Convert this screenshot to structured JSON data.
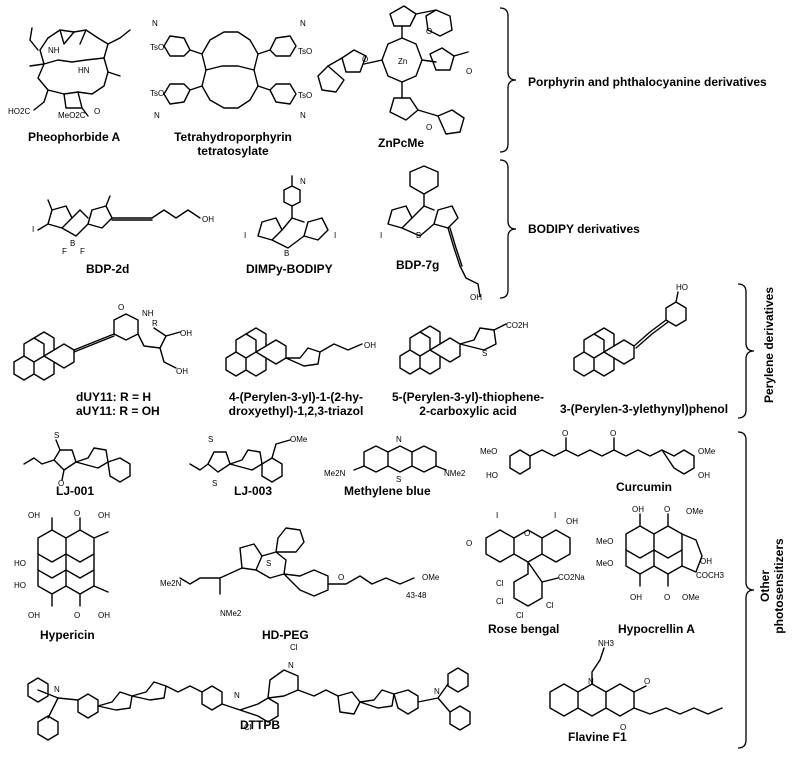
{
  "groups": {
    "porphyrin": "Porphyrin and phthalocyanine derivatives",
    "bodipy": "BODIPY derivatives",
    "perylene": "Perylene derivatives",
    "other_1": "Other",
    "other_2": "photosensitizers"
  },
  "compounds": {
    "pheophorbide": "Pheophorbide A",
    "thp_1": "Tetrahydroporphyrin",
    "thp_2": "tetratosylate",
    "znpcme": "ZnPcMe",
    "bdp2d": "BDP-2d",
    "dimpy": "DIMPy-BODIPY",
    "bdp7g": "BDP-7g",
    "duy11": "dUY11: R = H",
    "auy11": "aUY11: R = OH",
    "triazol_1": "4-(Perylen-3-yl)-1-(2-hy-",
    "triazol_2": "droxyethyl)-1,2,3-triazol",
    "thiophene_1": "5-(Perylen-3-yl)-thiophene-",
    "thiophene_2": "2-carboxylic acid",
    "phenol": "3-(Perylen-3-ylethynyl)phenol",
    "lj001": "LJ-001",
    "lj003": "LJ-003",
    "mblue": "Methylene blue",
    "curcumin": "Curcumin",
    "hypericin": "Hypericin",
    "hdpeg": "HD-PEG",
    "rose": "Rose bengal",
    "hypocrellin": "Hypocrellin A",
    "dttpb": "DTTPB",
    "flavine": "Flavine F1"
  },
  "atoms": {
    "ho2c": "HO2C",
    "meo2c": "MeO2C",
    "o": "O",
    "nh": "NH",
    "hn": "HN",
    "n": "N",
    "tso": "TsO",
    "zn": "Zn",
    "oh": "OH",
    "b": "B",
    "f": "F",
    "i": "I",
    "r": "R",
    "co2h": "CO2H",
    "s": "S",
    "ome": "OMe",
    "meo": "MeO",
    "me2n": "Me2N",
    "nme2": "NMe2",
    "cl": "Cl",
    "co2na": "CO2Na",
    "coch3": "COCH3",
    "nh3": "NH3",
    "peg": "43-48",
    "ho": "HO"
  }
}
